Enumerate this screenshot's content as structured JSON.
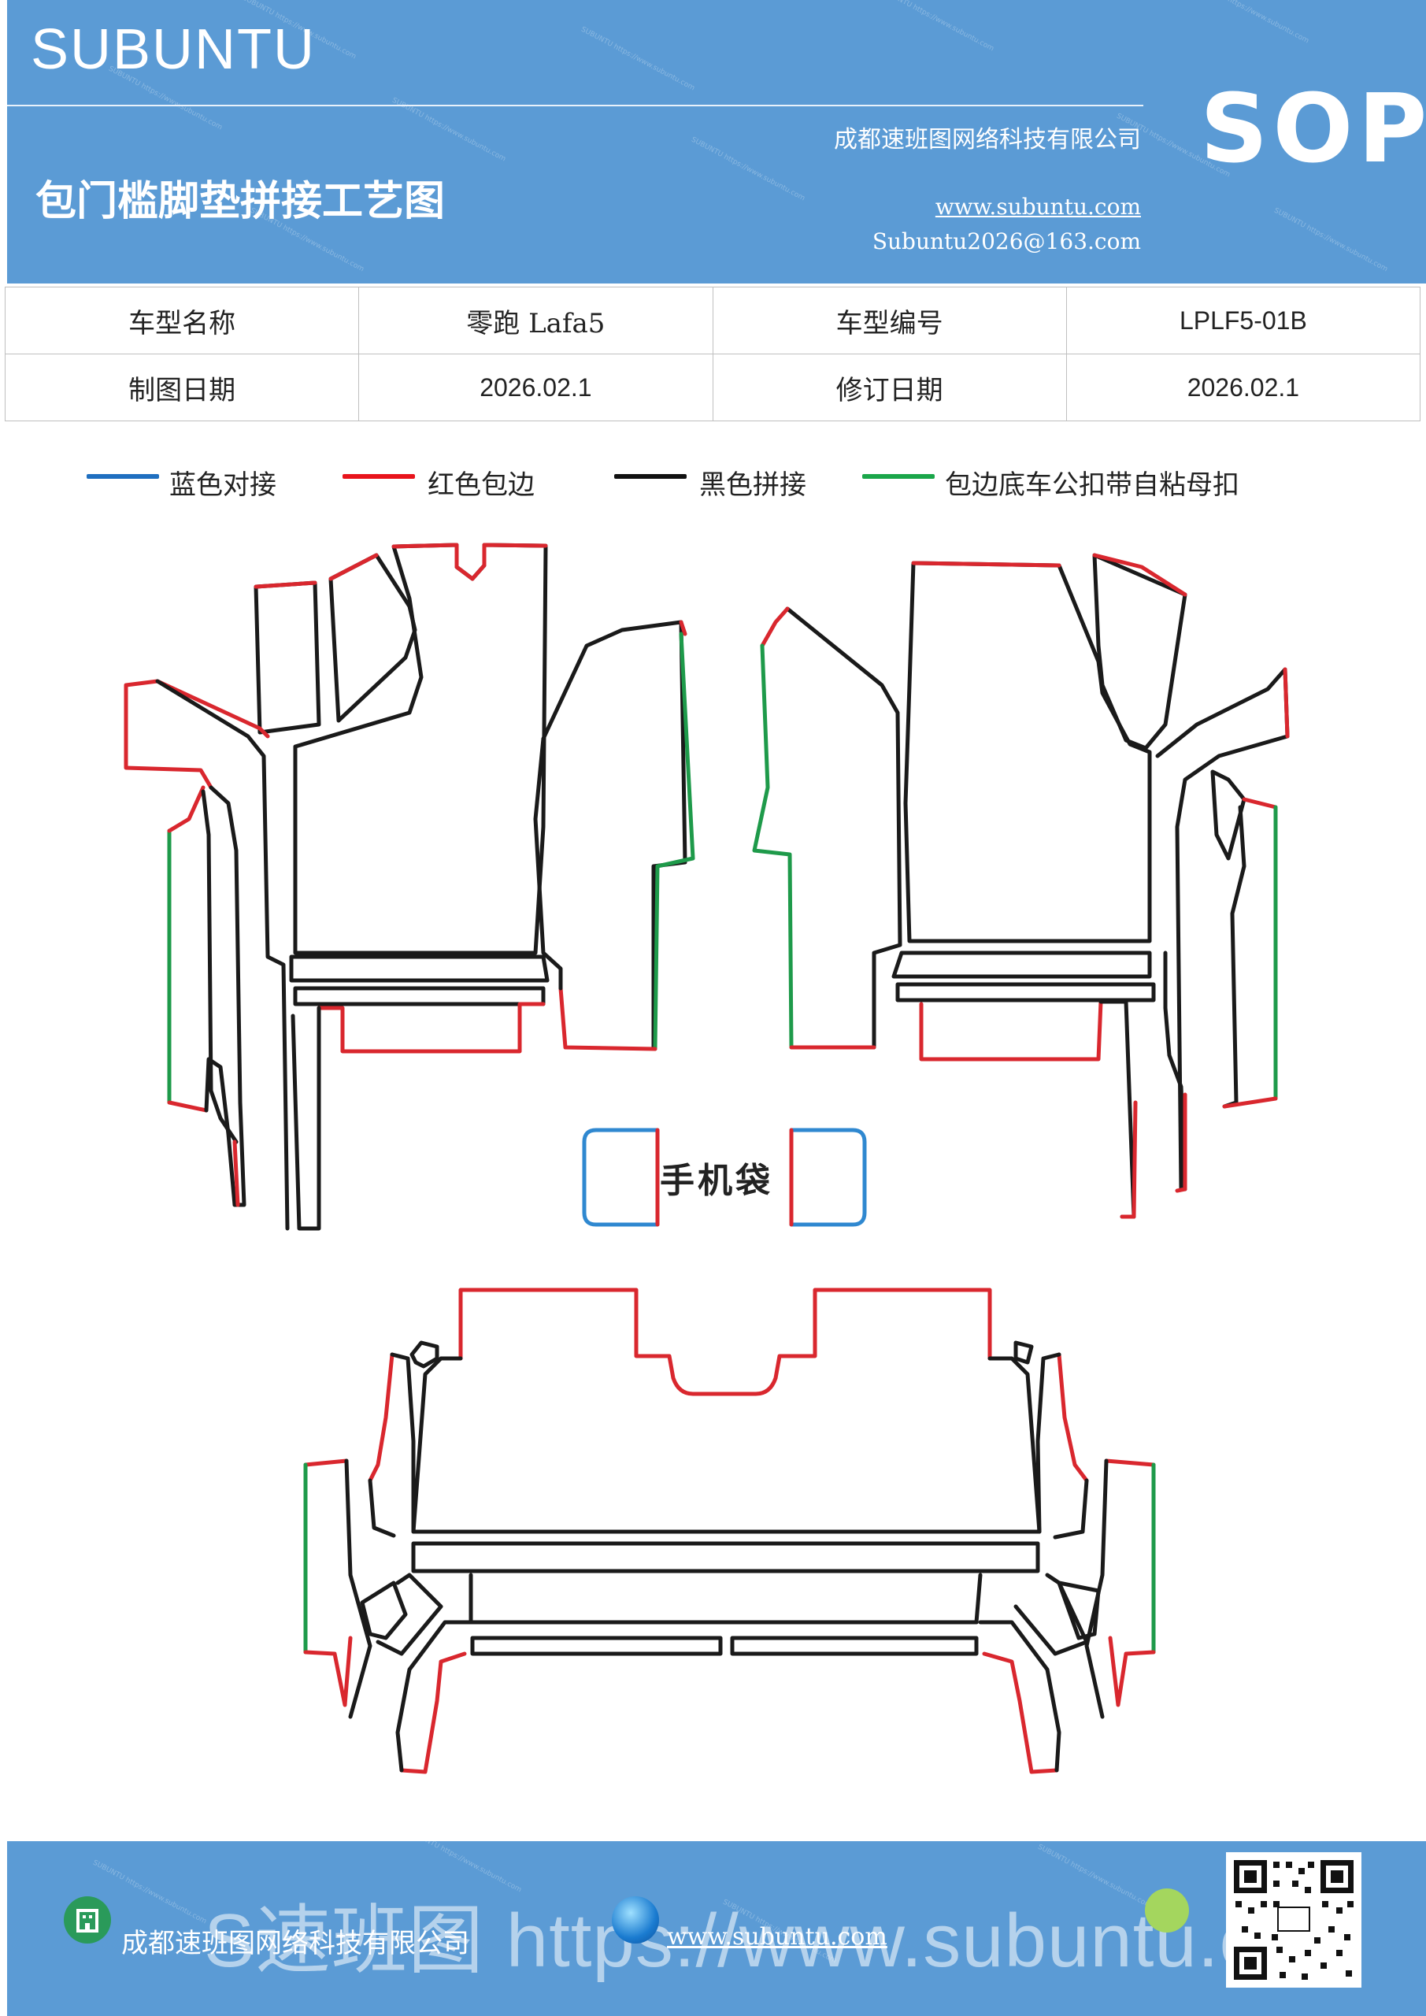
{
  "header": {
    "brand": "SUBUNTU",
    "title": "包门槛脚垫拼接工艺图",
    "company": "成都速班图网络科技有限公司",
    "website": "www.subuntu.com",
    "email": "Subuntu2026@163.com",
    "badge": "SOP"
  },
  "info_table": {
    "rows": [
      [
        "车型名称",
        "零跑 Lafa5",
        "车型编号",
        "LPLF5-01B"
      ],
      [
        "制图日期",
        "2026.02.1",
        "修订日期",
        "2026.02.1"
      ]
    ]
  },
  "legend": [
    {
      "label": "蓝色对接",
      "color": "#1f6fc0"
    },
    {
      "label": "红色包边",
      "color": "#e8141c"
    },
    {
      "label": "黑色拼接",
      "color": "#111111"
    },
    {
      "label": "包边底车公扣带自粘母扣",
      "color": "#1aa64a"
    }
  ],
  "diagram": {
    "pocket_label": "手机袋",
    "colors": {
      "black": "#1a1a1a",
      "red": "#d9272e",
      "green": "#1e9a4a",
      "blue": "#2f88d0"
    }
  },
  "footer": {
    "company": "成都速班图网络科技有限公司",
    "website": "www.subuntu.com",
    "ghost_text": "S速班图 https://www.subuntu.com",
    "icons": [
      "building-icon",
      "globe-icon",
      "wechat-icon",
      "qr-code"
    ]
  }
}
